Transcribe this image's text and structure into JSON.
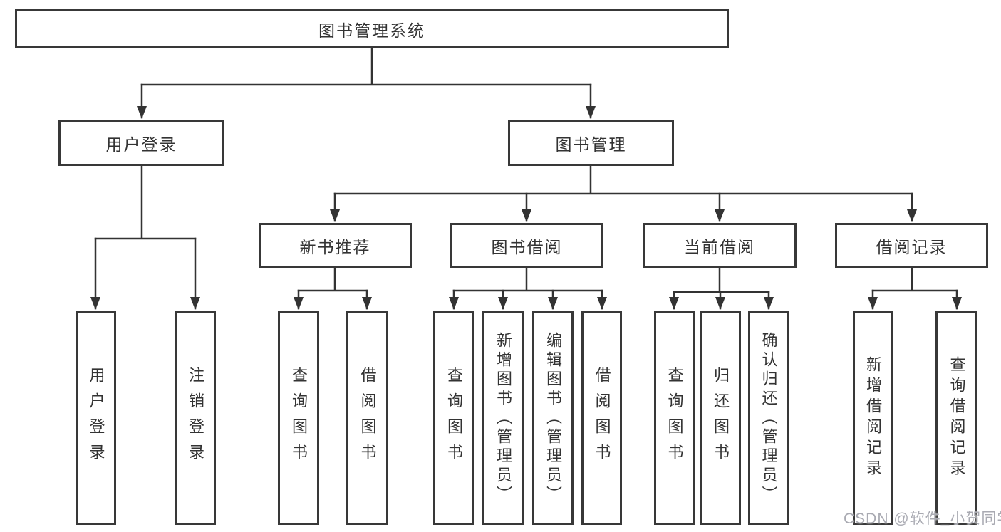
{
  "tree": {
    "label": "图书管理系统",
    "children": [
      {
        "label": "用户登录",
        "children": [
          {
            "label": "用户登录"
          },
          {
            "label": "注销登录"
          }
        ]
      },
      {
        "label": "图书管理",
        "children": [
          {
            "label": "新书推荐",
            "children": [
              {
                "label": "查询图书"
              },
              {
                "label": "借阅图书"
              }
            ]
          },
          {
            "label": "图书借阅",
            "children": [
              {
                "label": "查询图书"
              },
              {
                "label": "新增图书（管理员）"
              },
              {
                "label": "编辑图书（管理员）"
              },
              {
                "label": "借阅图书"
              }
            ]
          },
          {
            "label": "当前借阅",
            "children": [
              {
                "label": "查询图书"
              },
              {
                "label": "归还图书"
              },
              {
                "label": "确认归还（管理员）"
              }
            ]
          },
          {
            "label": "借阅记录",
            "children": [
              {
                "label": "新增借阅记录"
              },
              {
                "label": "查询借阅记录"
              }
            ]
          }
        ]
      }
    ]
  },
  "watermark": {
    "text": "CSDN @软件_小贺同学"
  },
  "colors": {
    "line": "#333333",
    "box_border": "#383838",
    "text": "#333333",
    "watermark": "#a9aab2",
    "background": "#ffffff"
  }
}
